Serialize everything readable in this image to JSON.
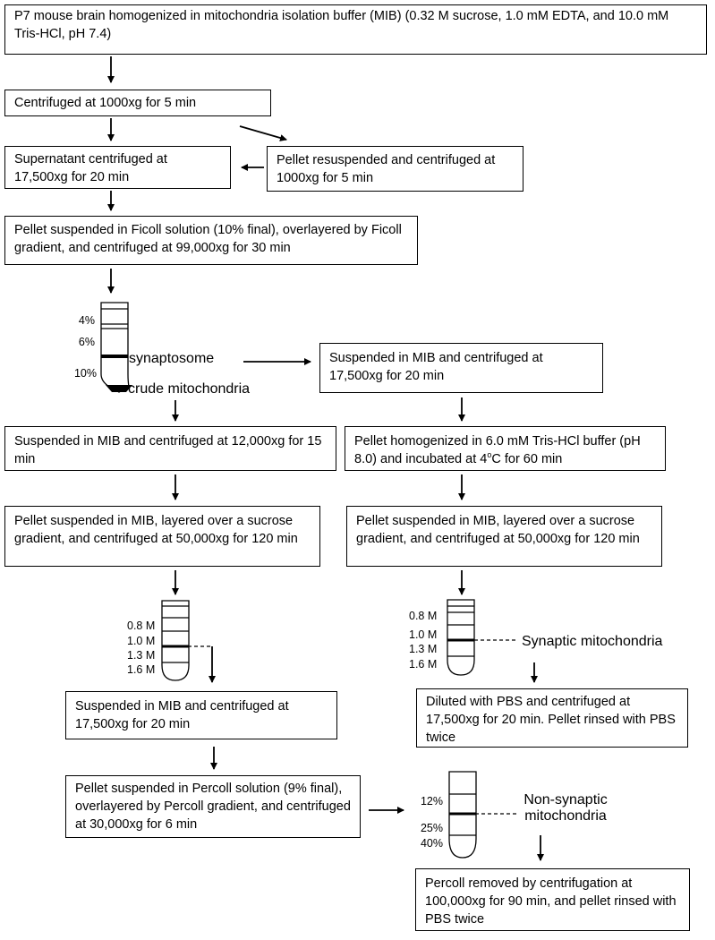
{
  "steps": {
    "s1": "P7 mouse brain homogenized in mitochondria isolation buffer (MIB) (0.32 M sucrose, 1.0 mM EDTA, and 10.0 mM Tris-HCl, pH 7.4)",
    "s2": "Centrifuged at 1000xg for 5 min",
    "s3": "Supernatant centrifuged at 17,500xg for 20 min",
    "s4": "Pellet resuspended and centrifuged at 1000xg for 5 min",
    "s5": "Pellet suspended in Ficoll solution (10% final), overlayered by Ficoll gradient, and centrifuged at 99,000xg for 30 min",
    "s6": "Suspended in MIB and centrifuged at 17,500xg for 20 min",
    "s7": "Suspended in MIB and centrifuged at 12,000xg for 15 min",
    "s8_pre": "Pellet homogenized in 6.0 mM Tris-HCl buffer (pH 8.0) and incubated at 4",
    "s8_sup": "o",
    "s8_post": "C for 60 min",
    "s9": "Pellet suspended in MIB, layered over a sucrose gradient, and centrifuged at 50,000xg for 120 min",
    "s10": "Pellet suspended in MIB, layered over a sucrose gradient, and centrifuged at 50,000xg for 120 min",
    "s11": "Suspended in MIB and centrifuged at 17,500xg for 20 min",
    "s12": "Diluted with PBS and centrifuged at 17,500xg for 20 min. Pellet rinsed with PBS twice",
    "s13": "Pellet suspended in Percoll solution (9% final), overlayered by Percoll gradient, and centrifuged at 30,000xg for 6 min",
    "s14": "Percoll removed by centrifugation at 100,000xg for 90 min, and pellet rinsed with PBS twice"
  },
  "tube1": {
    "labels": [
      "4%",
      "6%",
      "10%"
    ],
    "band": "synaptosome",
    "pellet": "crude mitochondria"
  },
  "tube2": {
    "labels": [
      "0.8 M",
      "1.0 M",
      "1.3 M",
      "1.6 M"
    ]
  },
  "tube3": {
    "labels": [
      "0.8 M",
      "1.0 M",
      "1.3 M",
      "1.6 M"
    ],
    "band": "Synaptic mitochondria"
  },
  "tube4": {
    "labels": [
      "12%",
      "25%",
      "40%"
    ],
    "band": "Non-synaptic mitochondria"
  }
}
